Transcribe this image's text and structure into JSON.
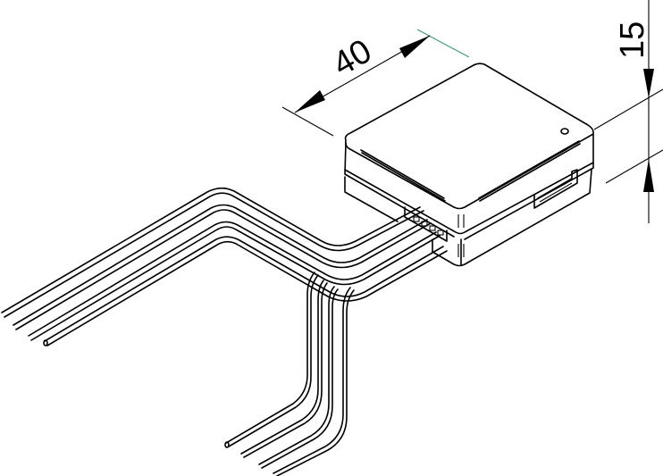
{
  "drawing": {
    "type": "isometric technical drawing",
    "subject": "junction box with wire harness",
    "dimensions": {
      "length": {
        "label": "40",
        "orientation": "diagonal, top edge of box"
      },
      "height": {
        "label": "15",
        "orientation": "vertical, right side of box"
      }
    },
    "wire_groups": [
      {
        "name": "left-bundle",
        "wire_count": 4
      },
      {
        "name": "bottom-bundle",
        "wire_count": 4
      }
    ],
    "colors": {
      "line": "#000000",
      "extension_line_accent": "#3a9a7a",
      "background": "#ffffff"
    }
  }
}
